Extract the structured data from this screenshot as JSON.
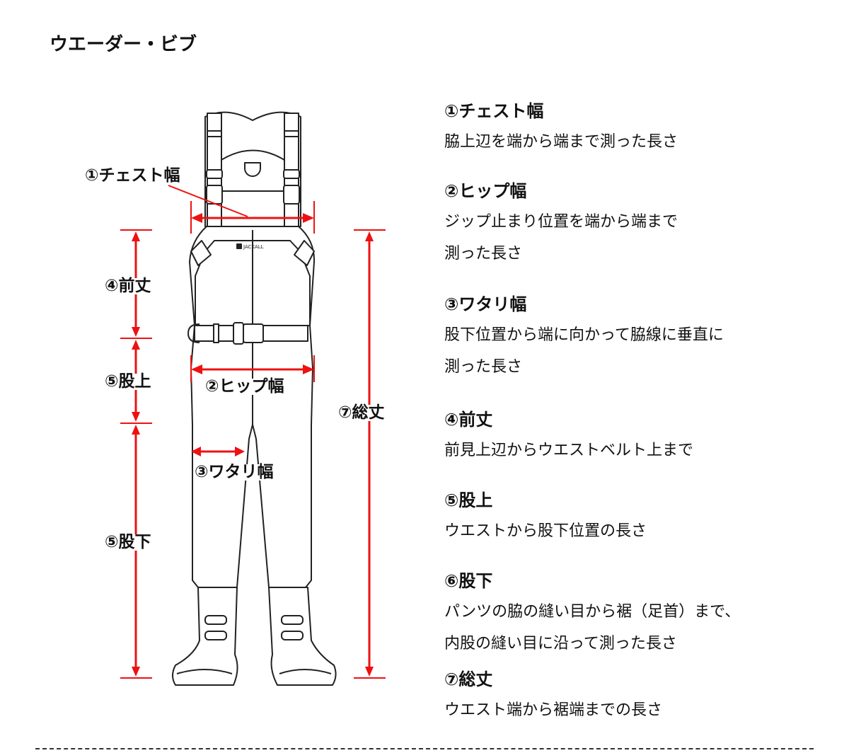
{
  "title": "ウエーダー・ビブ",
  "diagram": {
    "brand_logo_text": "JACKALL",
    "accent_color": "#ee1111",
    "labels": {
      "chest": "①チェスト幅",
      "front": "④前丈",
      "rise": "⑤股上",
      "hip": "②ヒップ幅",
      "thigh": "③ワタリ幅",
      "inseam": "⑤股下",
      "total": "⑦総丈"
    }
  },
  "specs": [
    {
      "heading": "①チェスト幅",
      "lines": [
        "脇上辺を端から端まで測った長さ"
      ]
    },
    {
      "heading": "②ヒップ幅",
      "lines": [
        "ジップ止まり位置を端から端まで",
        "測った長さ"
      ]
    },
    {
      "heading": "③ワタリ幅",
      "lines": [
        "股下位置から端に向かって脇線に垂直に",
        "測った長さ"
      ]
    },
    {
      "heading": "④前丈",
      "lines": [
        "前見上辺からウエストベルト上まで"
      ]
    },
    {
      "heading": "⑤股上",
      "lines": [
        "ウエストから股下位置の長さ"
      ]
    },
    {
      "heading": "⑥股下",
      "lines": [
        "パンツの脇の縫い目から裾（足首）まで、",
        "内股の縫い目に沿って測った長さ"
      ]
    },
    {
      "heading": "⑦総丈",
      "lines": [
        "ウエスト端から裾端までの長さ"
      ]
    }
  ]
}
